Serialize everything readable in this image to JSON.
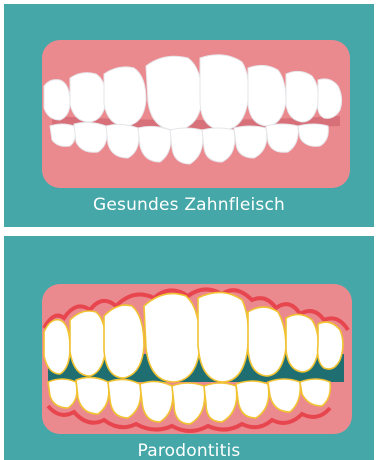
{
  "panels": [
    {
      "caption": "Gesundes Zahnfleisch",
      "state": "healthy"
    },
    {
      "caption": "Parodontitis",
      "state": "periodontitis"
    }
  ],
  "colors": {
    "background": "#45a7a8",
    "gum": "#ea8a8f",
    "mouth_inner": "#1f6f72",
    "tooth": "#ffffff",
    "inflammation": "#e8464f",
    "plaque": "#f1c232"
  }
}
